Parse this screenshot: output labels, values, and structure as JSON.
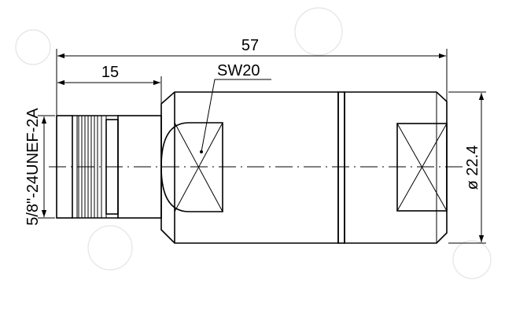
{
  "dimensions": {
    "overall_length": "57",
    "front_length": "15",
    "wrench_size": "SW20",
    "diameter": "ø 22.4",
    "thread": "5/8\"-24UNEF-2A"
  },
  "colors": {
    "line": "#000000",
    "background": "#ffffff",
    "watermark": "#e4e4e4"
  }
}
